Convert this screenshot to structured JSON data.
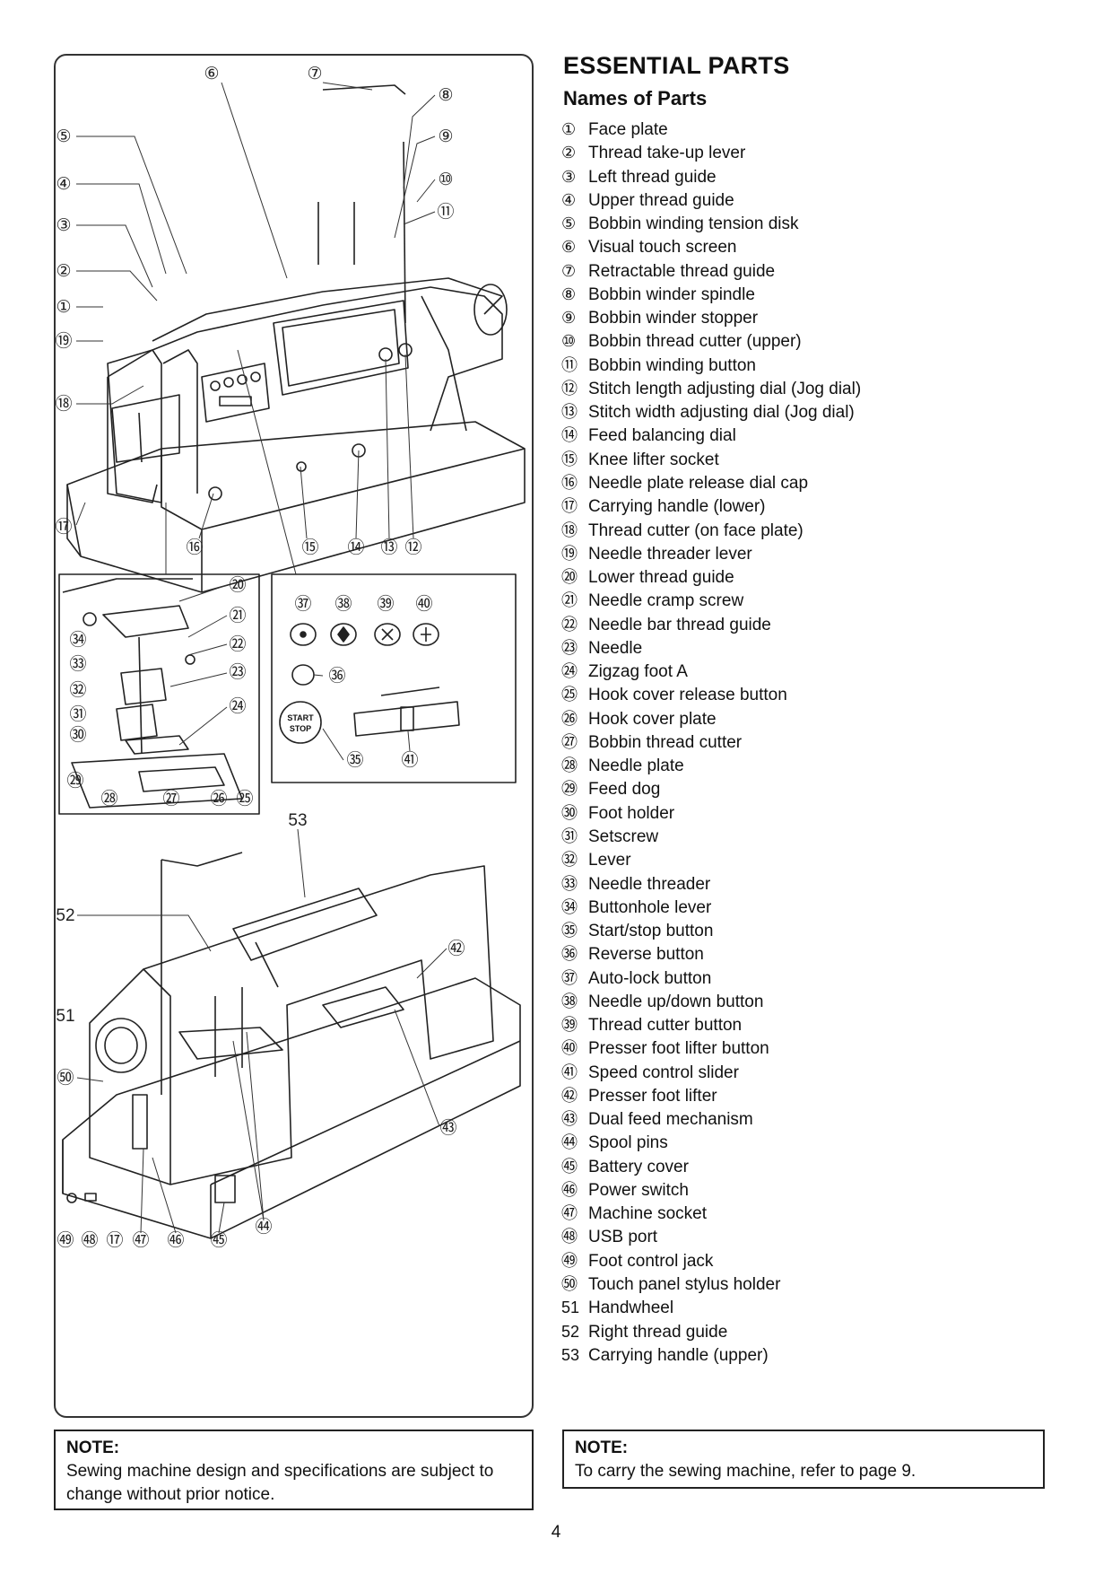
{
  "heading": "ESSENTIAL PARTS",
  "subheading": "Names of Parts",
  "parts": [
    {
      "num": "①",
      "name": "Face plate"
    },
    {
      "num": "②",
      "name": "Thread take-up lever"
    },
    {
      "num": "③",
      "name": "Left thread guide"
    },
    {
      "num": "④",
      "name": "Upper thread guide"
    },
    {
      "num": "⑤",
      "name": "Bobbin winding tension disk"
    },
    {
      "num": "⑥",
      "name": "Visual touch screen"
    },
    {
      "num": "⑦",
      "name": "Retractable thread guide"
    },
    {
      "num": "⑧",
      "name": "Bobbin winder spindle"
    },
    {
      "num": "⑨",
      "name": "Bobbin winder stopper"
    },
    {
      "num": "⑩",
      "name": "Bobbin thread cutter (upper)"
    },
    {
      "num": "⑪",
      "name": "Bobbin winding button"
    },
    {
      "num": "⑫",
      "name": "Stitch length adjusting dial (Jog dial)"
    },
    {
      "num": "⑬",
      "name": "Stitch width adjusting dial (Jog dial)"
    },
    {
      "num": "⑭",
      "name": "Feed balancing dial"
    },
    {
      "num": "⑮",
      "name": "Knee lifter socket"
    },
    {
      "num": "⑯",
      "name": "Needle plate release dial cap"
    },
    {
      "num": "⑰",
      "name": "Carrying handle (lower)"
    },
    {
      "num": "⑱",
      "name": "Thread cutter (on face plate)"
    },
    {
      "num": "⑲",
      "name": "Needle threader lever"
    },
    {
      "num": "⑳",
      "name": "Lower thread guide"
    },
    {
      "num": "㉑",
      "name": "Needle cramp screw"
    },
    {
      "num": "㉒",
      "name": "Needle bar thread guide"
    },
    {
      "num": "㉓",
      "name": "Needle"
    },
    {
      "num": "㉔",
      "name": "Zigzag foot A"
    },
    {
      "num": "㉕",
      "name": "Hook cover release button"
    },
    {
      "num": "㉖",
      "name": "Hook cover plate"
    },
    {
      "num": "㉗",
      "name": "Bobbin thread cutter"
    },
    {
      "num": "㉘",
      "name": "Needle plate"
    },
    {
      "num": "㉙",
      "name": "Feed dog"
    },
    {
      "num": "㉚",
      "name": "Foot holder"
    },
    {
      "num": "㉛",
      "name": "Setscrew"
    },
    {
      "num": "㉜",
      "name": "Lever"
    },
    {
      "num": "㉝",
      "name": "Needle threader"
    },
    {
      "num": "㉞",
      "name": "Buttonhole lever"
    },
    {
      "num": "㉟",
      "name": "Start/stop button"
    },
    {
      "num": "㊱",
      "name": "Reverse button"
    },
    {
      "num": "㊲",
      "name": "Auto-lock button"
    },
    {
      "num": "㊳",
      "name": "Needle up/down button"
    },
    {
      "num": "㊴",
      "name": "Thread cutter button"
    },
    {
      "num": "㊵",
      "name": "Presser foot lifter button"
    },
    {
      "num": "㊶",
      "name": "Speed control slider"
    },
    {
      "num": "㊷",
      "name": "Presser foot lifter"
    },
    {
      "num": "㊸",
      "name": "Dual feed mechanism"
    },
    {
      "num": "㊹",
      "name": "Spool pins"
    },
    {
      "num": "㊺",
      "name": "Battery cover"
    },
    {
      "num": "㊻",
      "name": "Power switch"
    },
    {
      "num": "㊼",
      "name": "Machine socket"
    },
    {
      "num": "㊽",
      "name": "USB port"
    },
    {
      "num": "㊾",
      "name": "Foot control jack"
    },
    {
      "num": "㊿",
      "name": "Touch panel stylus holder"
    },
    {
      "num": "51",
      "name": "Handwheel"
    },
    {
      "num": "52",
      "name": "Right thread guide"
    },
    {
      "num": "53",
      "name": "Carrying handle (upper)"
    }
  ],
  "diagram": {
    "start_stop_label_1": "START",
    "start_stop_label_2": "STOP",
    "callouts_top": [
      "⑥",
      "⑦",
      "⑤",
      "⑧",
      "⑨",
      "④",
      "⑩",
      "⑪",
      "③",
      "②",
      "①",
      "⑲",
      "⑱",
      "⑰",
      "⑯",
      "⑮",
      "⑭",
      "⑬",
      "⑫"
    ],
    "callouts_detail": [
      "⑳",
      "㉑",
      "㉞",
      "㉒",
      "㉝",
      "㉓",
      "㉜",
      "㉔",
      "㉛",
      "㉚",
      "㉙",
      "㉘",
      "㉗",
      "㉖",
      "㉕"
    ],
    "callouts_panel": [
      "㊲",
      "㊳",
      "㊴",
      "㊵",
      "㊱",
      "㉟",
      "㊶"
    ],
    "callouts_bottom": [
      "53",
      "52",
      "㊷",
      "51",
      "㊿",
      "㊸",
      "㊹",
      "㊾",
      "㊽",
      "⑰",
      "㊼",
      "㊻",
      "㊺"
    ]
  },
  "note_left": {
    "title": "NOTE:",
    "text": "Sewing machine design and specifications are subject to change without prior notice."
  },
  "note_right": {
    "title": "NOTE:",
    "text": "To carry the sewing machine, refer to page 9."
  },
  "page_number": "4"
}
